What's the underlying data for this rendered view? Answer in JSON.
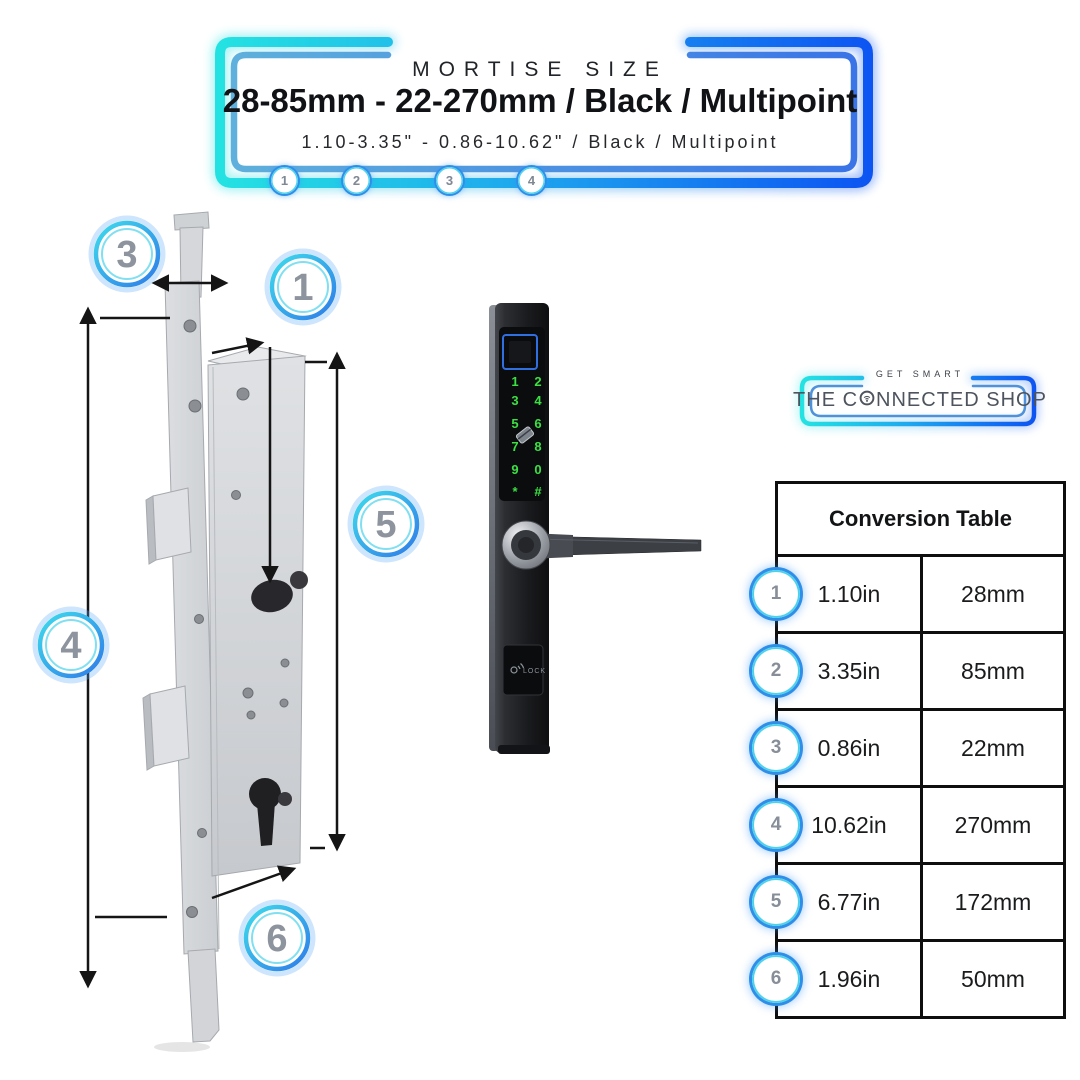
{
  "header": {
    "title": "MORTISE SIZE",
    "size_mm": "28-85mm - 22-270mm / Black / Multipoint",
    "size_in": "1.10-3.35\" - 0.86-10.62\" / Black / Multipoint",
    "steps": [
      "1",
      "2",
      "3",
      "4"
    ]
  },
  "diagram": {
    "callouts": [
      "3",
      "1",
      "5",
      "4",
      "6"
    ]
  },
  "product": {
    "keypad": [
      [
        "1",
        "2"
      ],
      [
        "3",
        "4"
      ],
      [
        "5",
        "6"
      ],
      [
        "7",
        "8"
      ],
      [
        "9",
        "0"
      ],
      [
        "*",
        "#"
      ]
    ],
    "lock_label": "LOCK"
  },
  "logo": {
    "tagline": "GET SMART",
    "name_pre": "THE C",
    "name_post": "NNECTED SHOP"
  },
  "table": {
    "title": "Conversion Table",
    "rows": [
      {
        "num": "1",
        "inches": "1.10in",
        "mm": "28mm"
      },
      {
        "num": "2",
        "inches": "3.35in",
        "mm": "85mm"
      },
      {
        "num": "3",
        "inches": "0.86in",
        "mm": "22mm"
      },
      {
        "num": "4",
        "inches": "10.62in",
        "mm": "270mm"
      },
      {
        "num": "5",
        "inches": "6.77in",
        "mm": "172mm"
      },
      {
        "num": "6",
        "inches": "1.96in",
        "mm": "50mm"
      }
    ]
  },
  "colors": {
    "accent_cyan": "#24e2e2",
    "accent_blue": "#0d55f2",
    "ring_cyan": "#4ed2ec",
    "ring_blue": "#2f8fe8",
    "keypad_green": "#3be043",
    "number_gray": "#8d949e",
    "fingerprint_blue": "#2f6fe0"
  }
}
